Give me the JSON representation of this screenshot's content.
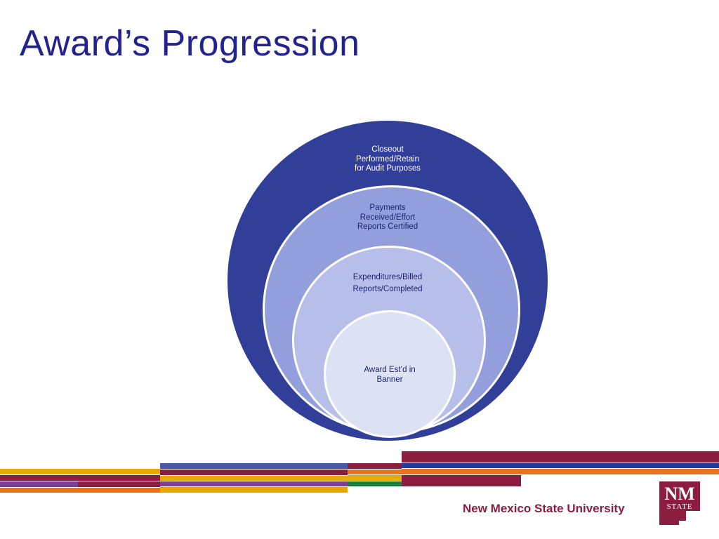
{
  "slide": {
    "title": "Award’s Progression"
  },
  "diagram": {
    "rings": [
      {
        "label_lines": [
          "Closeout",
          "Performed/Retain",
          "for Audit Purposes"
        ],
        "color": "#323f99"
      },
      {
        "label_lines": [
          "Payments",
          "Received/Effort",
          "Reports Certified"
        ],
        "color": "#939fdc"
      },
      {
        "label_lines": [
          "Expenditures/Billed",
          "Reports/Completed"
        ],
        "color": "#b8beea"
      },
      {
        "label_lines": [
          "Award Est’d  in",
          "Banner"
        ],
        "color": "#dde1f4"
      }
    ]
  },
  "footer": {
    "university_name": "New Mexico State University",
    "logo_text_top": "NM",
    "logo_text_bottom": "STATE",
    "brand_color": "#8c1d40",
    "stripe_colors": [
      "#8c1d40",
      "#e8a800",
      "#1f3d99",
      "#7b3f98",
      "#e8731a",
      "#1b7a3e",
      "#4a56a6"
    ]
  }
}
